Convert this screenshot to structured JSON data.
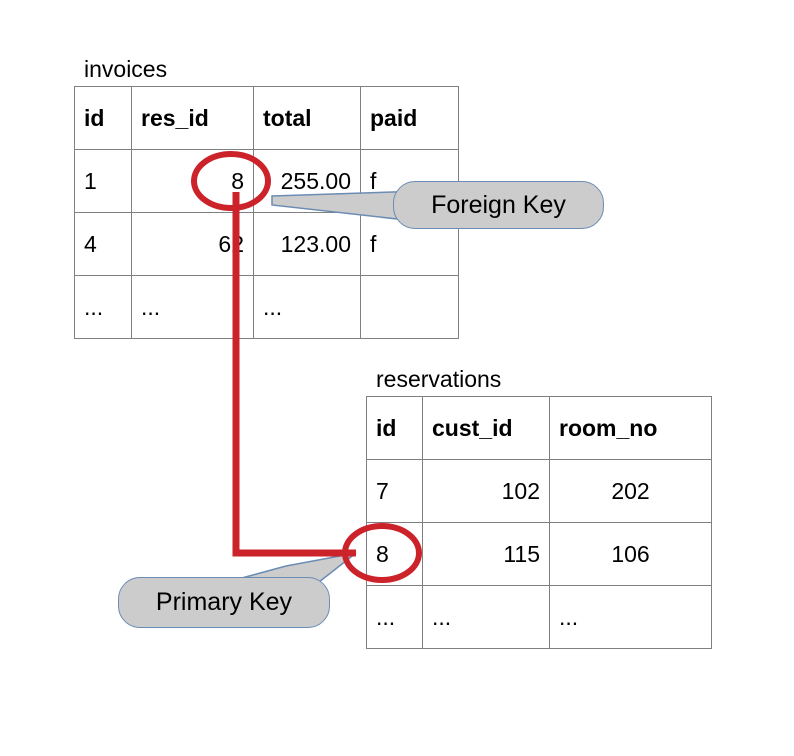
{
  "diagram": {
    "title_hidden": "",
    "accent_red": "#cc2229",
    "callout_fill": "#cccccc",
    "callout_border": "#6b8cb4",
    "table_border": "#808080"
  },
  "tables": [
    {
      "name": "invoices",
      "columns": [
        "id",
        "res_id",
        "total",
        "paid"
      ],
      "align": [
        "left",
        "right",
        "right",
        "left"
      ],
      "rows": [
        [
          "1",
          "8",
          "255.00",
          "f"
        ],
        [
          "4",
          "62",
          "123.00",
          "f"
        ],
        [
          "...",
          "...",
          "...",
          ""
        ]
      ]
    },
    {
      "name": "reservations",
      "columns": [
        "id",
        "cust_id",
        "room_no"
      ],
      "align": [
        "left",
        "right",
        "center"
      ],
      "rows": [
        [
          "7",
          "102",
          "202"
        ],
        [
          "8",
          "115",
          "106"
        ],
        [
          "...",
          "...",
          "..."
        ]
      ]
    }
  ],
  "callouts": {
    "foreign_key": "Foreign Key",
    "primary_key": "Primary Key"
  },
  "annotations": {
    "foreign_key_value": "8",
    "primary_key_value": "8",
    "relationship": "invoices.res_id -> reservations.id"
  }
}
